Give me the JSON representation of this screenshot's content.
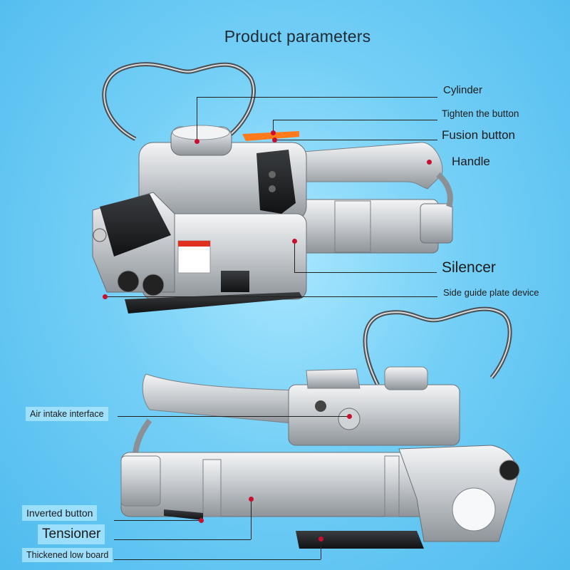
{
  "title": "Product parameters",
  "labels": {
    "cylinder": "Cylinder",
    "tighten_button": "Tighten the button",
    "fusion_button": "Fusion button",
    "handle": "Handle",
    "silencer": "Silencer",
    "side_guide": "Side guide plate device",
    "air_intake": "Air intake interface",
    "inverted_button": "Inverted button",
    "tensioner": "Tensioner",
    "thickened_board": "Thickened low board"
  },
  "product": "pneumatic strapping tool",
  "colors": {
    "background": "#74cff6",
    "marker": "#c8102e",
    "accent_lever": "#ff7a1a",
    "leader_line": "#222222"
  }
}
